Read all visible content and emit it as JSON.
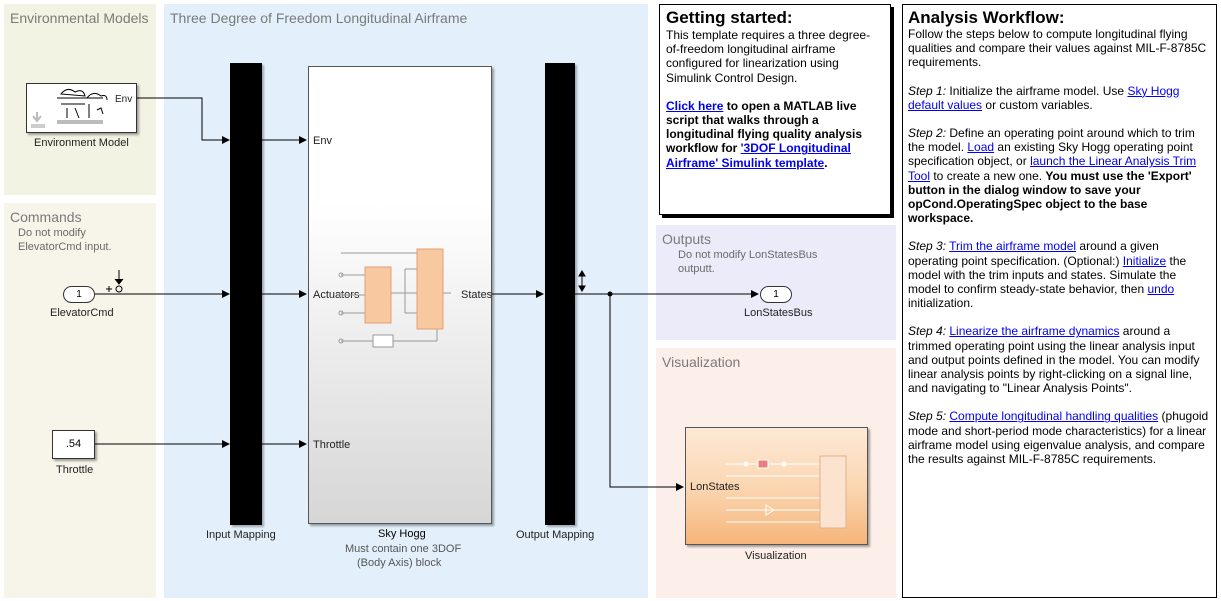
{
  "areas": {
    "environmental_models": "Environmental Models",
    "three_dof": "Three Degree of Freedom Longitudinal Airframe",
    "commands": "Commands",
    "outputs": "Outputs",
    "visualization": "Visualization"
  },
  "notes": {
    "commands_note": [
      "Do not modify",
      "ElevatorCmd input."
    ],
    "outputs_note": [
      "Do not modify LonStatesBus",
      "outputt."
    ]
  },
  "blocks": {
    "environment": {
      "port": "Env",
      "label": "Environment Model"
    },
    "elevator_cmd": {
      "value": "1",
      "label": "ElevatorCmd"
    },
    "throttle": {
      "value": ".54",
      "label": "Throttle"
    },
    "input_mapping": {
      "label": "Input Mapping"
    },
    "sky_hogg": {
      "in_env": "Env",
      "in_actuators": "Actuators",
      "in_throttle": "Throttle",
      "out_states": "States",
      "label": "Sky Hogg",
      "sub1": "Must contain one 3DOF",
      "sub2": "(Body Axis) block"
    },
    "output_mapping": {
      "label": "Output Mapping"
    },
    "lon_states_bus": {
      "value": "1",
      "label": "LonStatesBus"
    },
    "visualization": {
      "port": "LonStates",
      "label": "Visualization"
    }
  },
  "getting_started": {
    "title": "Getting started:",
    "body": "This template requires a three degree-of-freedom longitudinal airframe configured for linearization using Simulink Control Design.",
    "link": "Click here",
    "bold_text": " to open a MATLAB live script that walks through a longitudinal flying quality analysis workflow for ",
    "link2": "'3DOF Longitudinal Airframe' Simulink template",
    "end": "."
  },
  "workflow": {
    "title": "Analysis Workflow:",
    "intro": "Follow the steps below to compute longitudinal flying qualities and compare their values against MIL-F-8785C requirements.",
    "step1": {
      "label": "Step 1:",
      "t1": " Initialize the airframe model. Use ",
      "l1": "Sky Hogg default values",
      "t2": " or custom variables."
    },
    "step2": {
      "label": "Step 2:",
      "t1": " Define an operating point around which to trim the model. ",
      "l1": "Load",
      "t2": " an existing Sky Hogg operating point specification object, or ",
      "l2": "launch the Linear Analysis Trim Tool",
      "t3": " to create a new one. ",
      "b1": "You must use the 'Export' button in the dialog window to save your opCond.OperatingSpec object to the base workspace."
    },
    "step3": {
      "label": "Step 3:",
      "t0": " ",
      "l1": "Trim the airframe model",
      "t1": " around a given operating point specification. (Optional:) ",
      "l2": "Initialize",
      "t2": " the model with the trim inputs and states. Simulate the model to confirm steady-state behavior, then ",
      "l3": "undo",
      "t3": " initialization."
    },
    "step4": {
      "label": "Step 4:",
      "t0": " ",
      "l1": "Linearize the airframe dynamics",
      "t1": " around a trimmed operating point using the linear analysis input and output points defined in the model.  You can modify linear analysis points by right-clicking on a signal line, and navigating to \"Linear Analysis Points\"."
    },
    "step5": {
      "label": "Step 5:",
      "t0": " ",
      "l1": "Compute longitudinal handling qualities",
      "t1": " (phugoid mode and short-period mode characteristics) for a linear airframe model using eigenvalue analysis, and compare the results against MIL-F-8785C requirements."
    }
  },
  "colors": {
    "env_area": "#f3f3e3",
    "airframe_area": "#e3f0fb",
    "commands_area": "#f7f5e9",
    "outputs_area": "#ebebfa",
    "vis_area": "#fcefe9",
    "orange": "#f8c9a0"
  }
}
